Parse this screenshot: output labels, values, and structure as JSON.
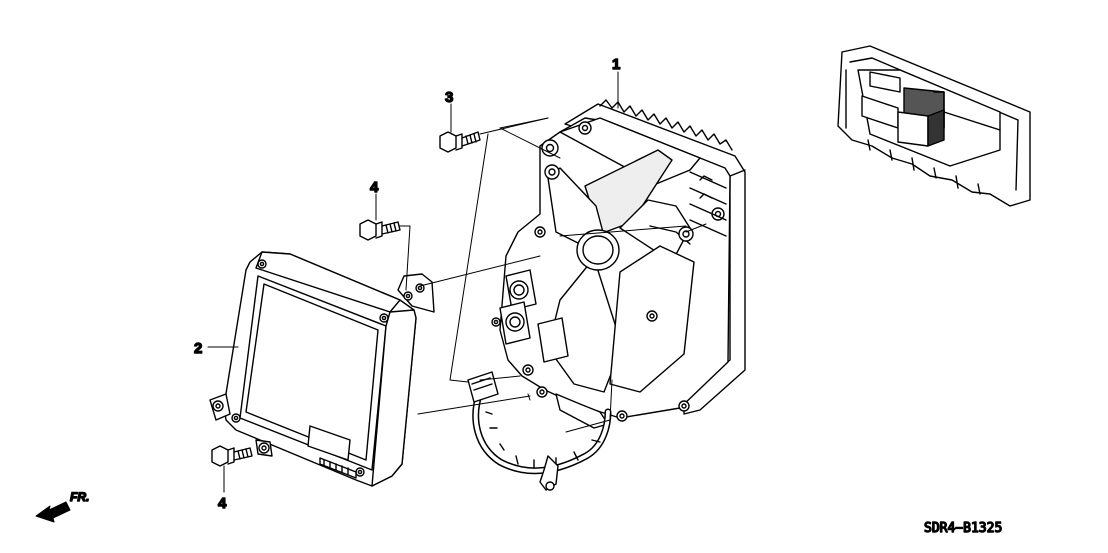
{
  "callouts": {
    "part1": "1",
    "part2": "2",
    "part3": "3",
    "part4_top": "4",
    "part4_bottom": "4"
  },
  "front_indicator": "FR.",
  "diagram_code": "SDR4−B1325",
  "colors": {
    "ink": "#000000",
    "paper": "#ffffff",
    "shade": "#d8d8d8",
    "dark": "#555555"
  }
}
